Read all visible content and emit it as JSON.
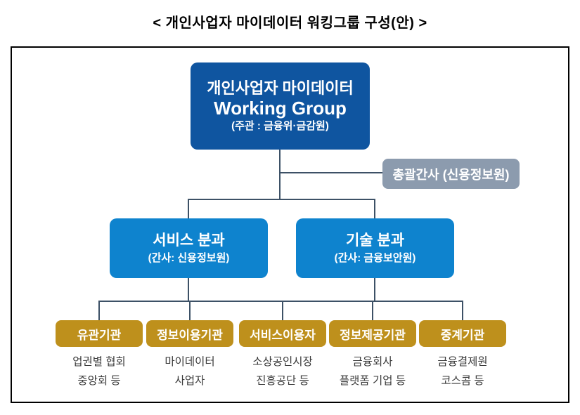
{
  "page_title": "< 개인사업자 마이데이터 워킹그룹 구성(안) >",
  "org_chart": {
    "type": "org-hierarchy-diagram",
    "root": {
      "line1": "개인사업자 마이데이터",
      "line2": "Working Group",
      "line3": "(주관 : 금융위·금감원)"
    },
    "coordinator": {
      "label": "총괄간사 (신용정보원)"
    },
    "divisions": [
      {
        "title": "서비스 분과",
        "subtitle": "(간사: 신용정보원)"
      },
      {
        "title": "기술 분과",
        "subtitle": "(간사: 금융보안원)"
      }
    ],
    "members": [
      {
        "label": "유관기관",
        "desc_line1": "업권별 협회",
        "desc_line2": "중앙회 등"
      },
      {
        "label": "정보이용기관",
        "desc_line1": "마이데이터",
        "desc_line2": "사업자"
      },
      {
        "label": "서비스이용자",
        "desc_line1": "소상공인시장",
        "desc_line2": "진흥공단 등"
      },
      {
        "label": "정보제공기관",
        "desc_line1": "금융회사",
        "desc_line2": "플랫폼 기업 등"
      },
      {
        "label": "중계기관",
        "desc_line1": "금융결제원",
        "desc_line2": "코스콤 등"
      }
    ],
    "colors": {
      "root_box": "#0F55A0",
      "division_box": "#0E83CE",
      "coordinator_box": "#8C9BAE",
      "member_box": "#BE901C",
      "connector_line": "#3D5166",
      "frame_border": "#000000",
      "desc_text": "#3a3a3a"
    }
  }
}
